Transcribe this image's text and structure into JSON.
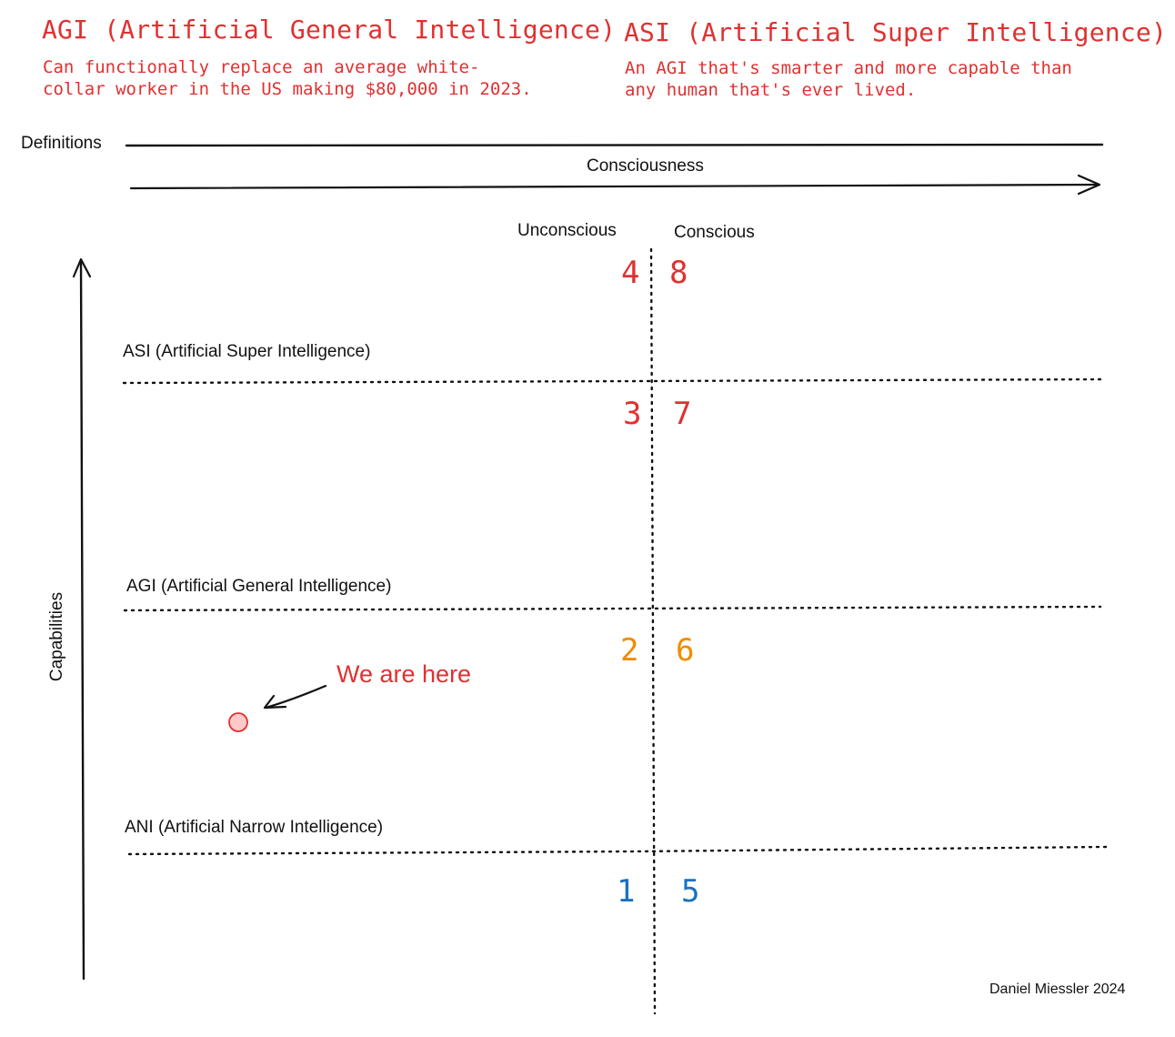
{
  "definitions": {
    "agi": {
      "title": "AGI (Artificial General Intelligence)",
      "line1": "Can functionally replace an average white-",
      "line2": "collar worker in the US making $80,000 in 2023."
    },
    "asi": {
      "title": "ASI (Artificial Super Intelligence)",
      "line1": "An AGI that's smarter and more capable than",
      "line2": "any human that's ever lived."
    },
    "row_label": "Definitions"
  },
  "axes": {
    "horizontal_label": "Consciousness",
    "vertical_label": "Capabilities",
    "unconscious_label": "Unconscious",
    "conscious_label": "Conscious"
  },
  "levels": {
    "asi": "ASI (Artificial Super Intelligence)",
    "agi": "AGI (Artificial General Intelligence)",
    "ani": "ANI (Artificial Narrow Intelligence)"
  },
  "quadrants": {
    "q4": "4",
    "q8": "8",
    "q3": "3",
    "q7": "7",
    "q2": "2",
    "q6": "6",
    "q1": "1",
    "q5": "5"
  },
  "colors": {
    "red": "#e03131",
    "orange": "#f08c00",
    "blue": "#1971c2",
    "marker_fill": "#ffc9c9"
  },
  "marker": {
    "label": "We are here"
  },
  "credit": "Daniel Miessler 2024"
}
